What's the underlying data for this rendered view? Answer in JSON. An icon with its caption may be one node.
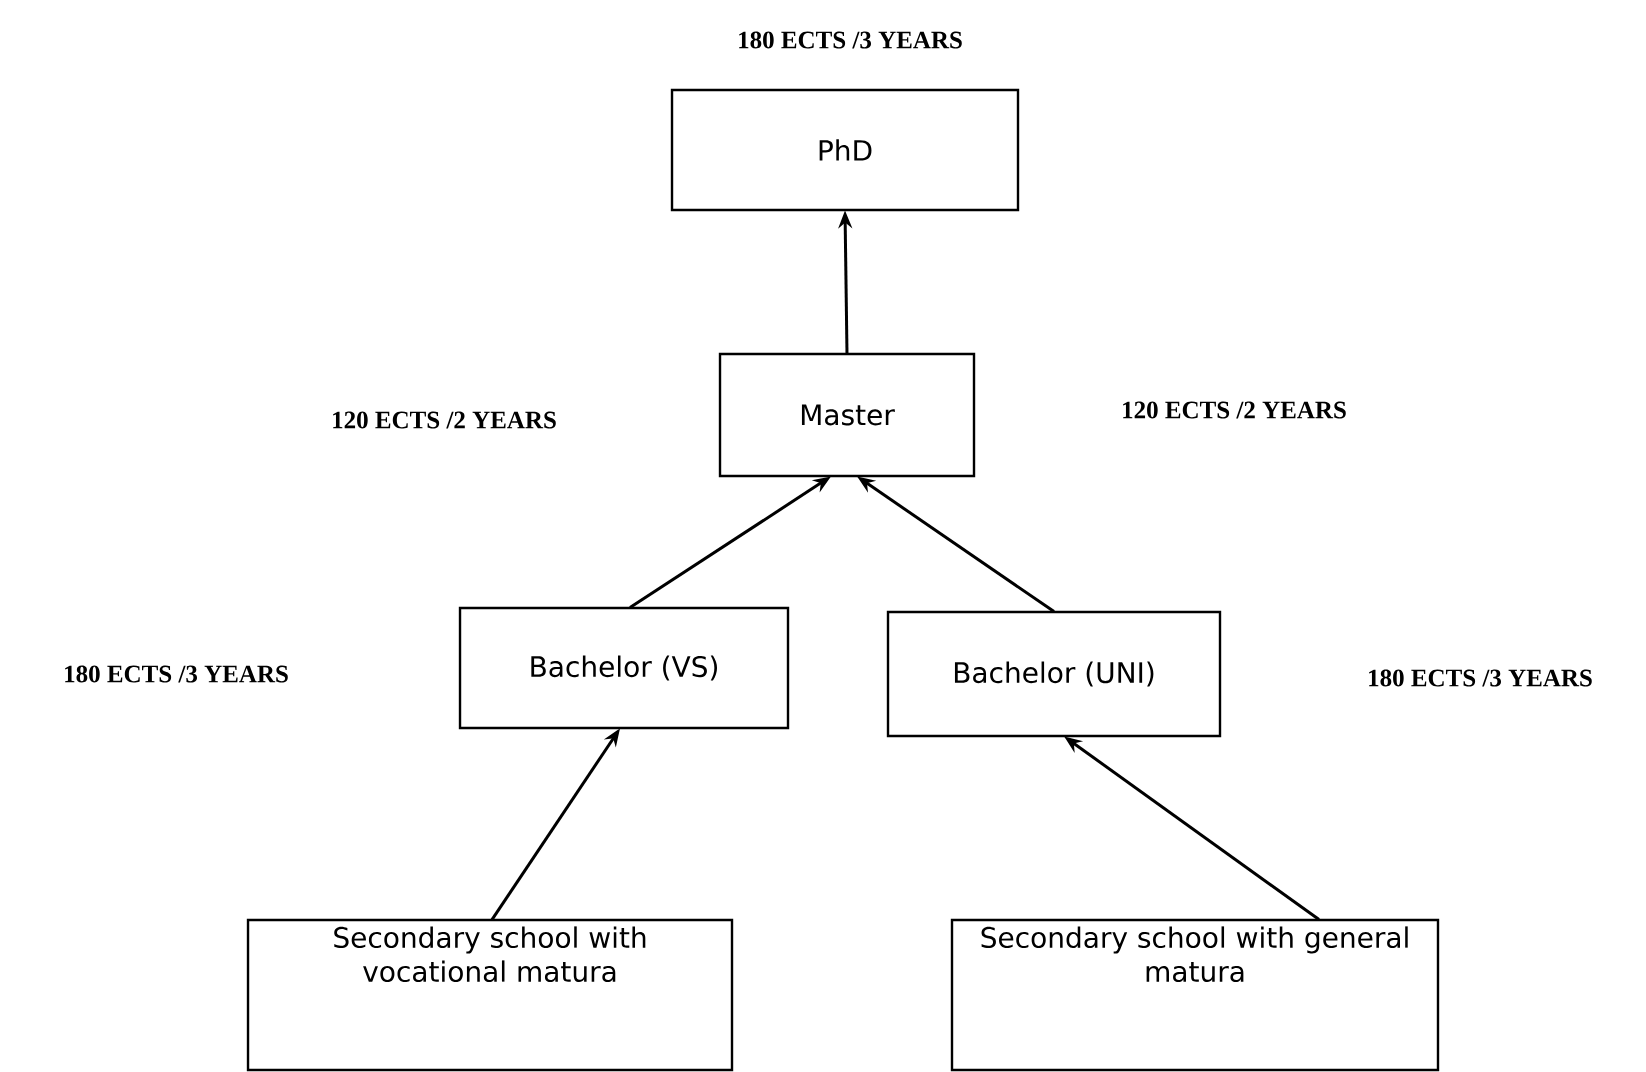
{
  "diagram": {
    "nodes": [
      {
        "text": [
          "PhD"
        ]
      },
      {
        "text": [
          "Master"
        ]
      },
      {
        "text": [
          "Bachelor (VS)"
        ]
      },
      {
        "text": [
          "Bachelor (UNI)"
        ]
      },
      {
        "text": [
          "Secondary school with vocational matura"
        ]
      },
      {
        "text": [
          "Secondary school with general matura"
        ]
      }
    ],
    "edges": [
      {
        "from": 1,
        "to": 0,
        "arrow": "to"
      },
      {
        "from": 2,
        "to": 1,
        "arrow": "to"
      },
      {
        "from": 3,
        "to": 1,
        "arrow": "to"
      },
      {
        "from": 4,
        "to": 2,
        "arrow": "to"
      },
      {
        "from": 5,
        "to": 3,
        "arrow": "to"
      }
    ],
    "labels": [
      "180 ECTS /3 YEARS",
      "120 ECTS /2 YEARS",
      "120 ECTS /2 YEARS",
      "180 ECTS /3 YEARS",
      "180 ECTS /3 YEARS"
    ]
  }
}
